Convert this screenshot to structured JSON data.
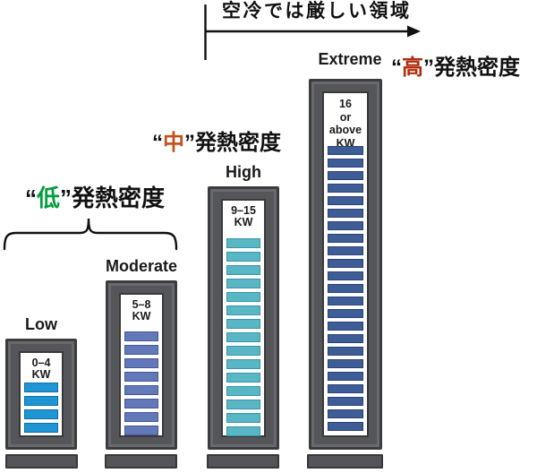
{
  "annotations": {
    "air_cooling_region": "空冷では厳しい領域"
  },
  "density_labels": [
    {
      "open_quote": "“",
      "kanji": "低",
      "close_quote": "”",
      "suffix": "発熱密度",
      "kanji_color": "#009e3c"
    },
    {
      "open_quote": "“",
      "kanji": "中",
      "close_quote": "”",
      "suffix": "発熱密度",
      "kanji_color": "#c74f1d"
    },
    {
      "open_quote": "“",
      "kanji": "高",
      "close_quote": "”",
      "suffix": "発熱密度",
      "kanji_color": "#b02c0c"
    }
  ],
  "racks": [
    {
      "name": "Low",
      "kw_lines": [
        "0–4",
        "KW"
      ],
      "bar_count": 4,
      "bar_color": "#1f96d3",
      "bar_border": "#0d6da6"
    },
    {
      "name": "Moderate",
      "kw_lines": [
        "5–8",
        "KW"
      ],
      "bar_count": 8,
      "bar_color": "#6278b9",
      "bar_border": "#45589b"
    },
    {
      "name": "High",
      "kw_lines": [
        "9–15",
        "KW"
      ],
      "bar_count": 15,
      "bar_color": "#58b6c5",
      "bar_border": "#3795a6"
    },
    {
      "name": "Extreme",
      "kw_lines": [
        "16",
        "or",
        "above",
        "KW"
      ],
      "bar_count": 23,
      "bar_color": "#3e5c96",
      "bar_border": "#2b4376"
    }
  ],
  "colors": {
    "frame": "#55565a",
    "frame_border": "#3c3c3e",
    "frame_inner_bevel": "#696a6e",
    "panel": "#ffffff",
    "base": "#54555a",
    "text": "#111111"
  }
}
